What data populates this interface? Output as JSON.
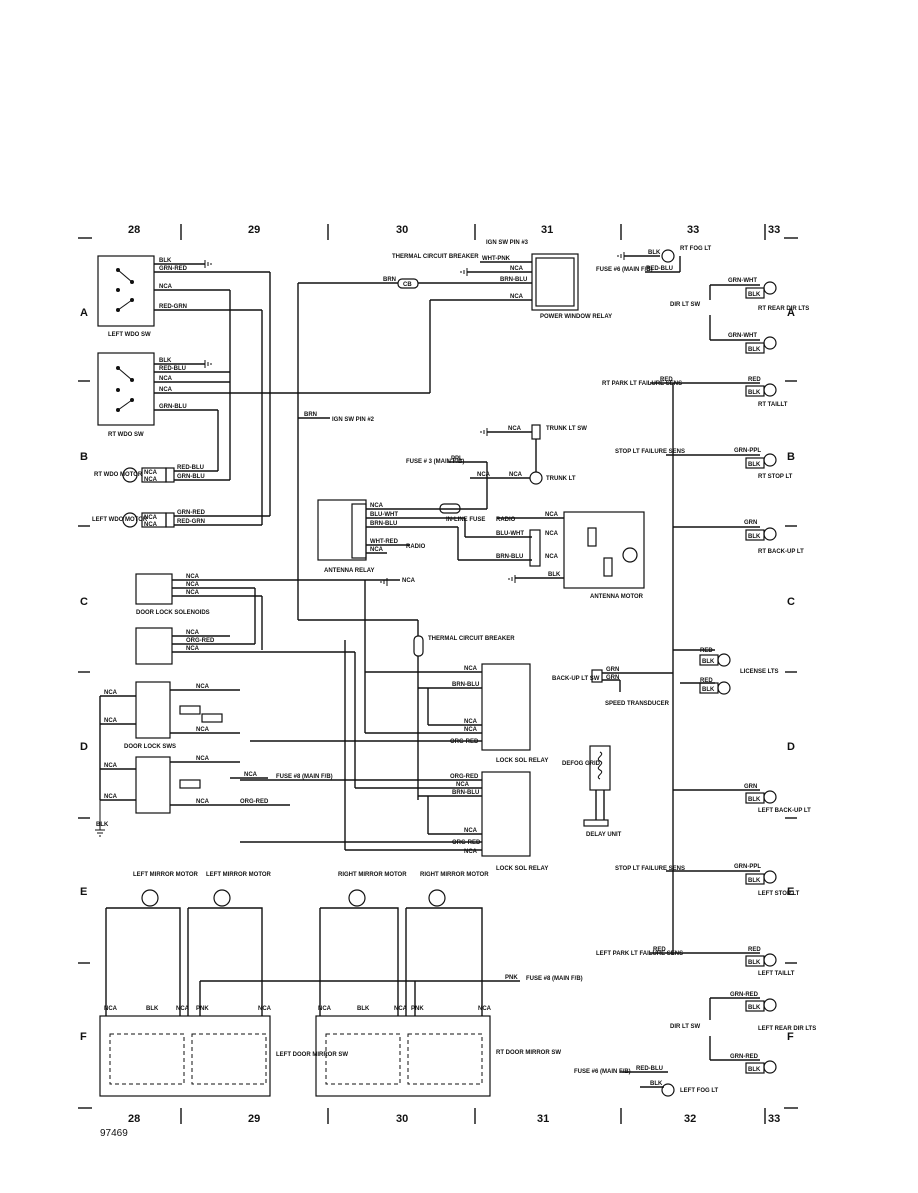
{
  "columns_top": [
    "28",
    "29",
    "30",
    "31",
    "33",
    "33"
  ],
  "columns_bottom": [
    "28",
    "29",
    "30",
    "31",
    "32",
    "33"
  ],
  "rows_left": [
    "A",
    "B",
    "C",
    "D",
    "E",
    "F"
  ],
  "rows_right": [
    "A",
    "B",
    "C",
    "D",
    "E",
    "F"
  ],
  "doc_id": "97469",
  "components": {
    "left_wdo_sw": "LEFT WDO SW",
    "rt_wdo_sw": "RT WDO SW",
    "rt_wdo_motor": "RT WDO MOTOR",
    "left_wdo_motor": "LEFT WDO MOTOR",
    "thermal_cb_top": "THERMAL CIRCUIT BREAKER",
    "ign_sw_pin3": "IGN SW PIN #3",
    "power_window_relay": "POWER WINDOW RELAY",
    "fuse6_main": "FUSE #6 (MAIN F/B)",
    "rt_fog_lt": "RT FOG LT",
    "dir_lt_sw_top": "DIR LT SW",
    "rt_rear_dir_lts": "RT REAR DIR LTS",
    "rt_park_lt_failure": "RT PARK LT FAILURE SENS",
    "rt_taillt": "RT TAILLT",
    "ign_sw_pin2": "IGN SW PIN #2",
    "trunk_lt_sw": "TRUNK LT SW",
    "trunk_lt": "TRUNK LT",
    "fuse3_main": "FUSE # 3 (MAIN F/B)",
    "stop_lt_failure_top": "STOP LT FAILURE SENS",
    "rt_stop_lt": "RT STOP LT",
    "in_line_fuse": "IN-LINE FUSE",
    "antenna_relay": "ANTENNA RELAY",
    "antenna_motor": "ANTENNA MOTOR",
    "rt_back_up_lt": "RT BACK-UP LT",
    "door_lock_solenoids": "DOOR LOCK SOLENOIDS",
    "thermal_cb_mid": "THERMAL CIRCUIT BREAKER",
    "license_lts": "LICENSE LTS",
    "back_up_lt_sw": "BACK-UP LT SW",
    "speed_transducer": "SPEED TRANSDUCER",
    "lock_sol_relay_1": "LOCK SOL RELAY",
    "lock_sol_relay_2": "LOCK SOL RELAY",
    "door_lock_sws": "DOOR LOCK SWS",
    "fuse8_main_mid": "FUSE #8 (MAIN F/B)",
    "defog_grid": "DEFOG GRID",
    "delay_unit": "DELAY UNIT",
    "left_back_up_lt": "LEFT BACK-UP LT",
    "stop_lt_failure_bot": "STOP LT FAILURE SENS",
    "left_stop_lt": "LEFT STOP LT",
    "left_mirror_motor_1": "LEFT MIRROR MOTOR",
    "left_mirror_motor_2": "LEFT MIRROR MOTOR",
    "right_mirror_motor_1": "RIGHT MIRROR MOTOR",
    "right_mirror_motor_2": "RIGHT MIRROR MOTOR",
    "left_park_lt_failure": "LEFT PARK LT FAILURE SENS",
    "left_taillt": "LEFT TAILLT",
    "fuse8_main_bot": "FUSE #8 (MAIN F/B)",
    "dir_lt_sw_bot": "DIR LT SW",
    "left_rear_dir_lts": "LEFT REAR DIR LTS",
    "left_door_mirror_sw": "LEFT DOOR MIRROR SW",
    "rt_door_mirror_sw": "RT DOOR MIRROR SW",
    "fuse6_main_bot": "FUSE #6 (MAIN F/B)",
    "left_fog_lt": "LEFT FOG LT"
  },
  "wires": {
    "blk": "BLK",
    "grn_red": "GRN-RED",
    "nca": "NCA",
    "red_grn": "RED-GRN",
    "red_blu": "RED-BLU",
    "grn_blu": "GRN-BLU",
    "brn": "BRN",
    "cb": "CB",
    "wht_pnk": "WHT-PNK",
    "brn_blu": "BRN-BLU",
    "grn_wht": "GRN-WHT",
    "red": "RED",
    "ppl": "PPL",
    "grn_ppl": "GRN-PPL",
    "blu_wht": "BLU-WHT",
    "wht_red": "WHT-RED",
    "radio": "RADIO",
    "grn": "GRN",
    "org_red": "ORG-RED",
    "pnk": "PNK"
  }
}
